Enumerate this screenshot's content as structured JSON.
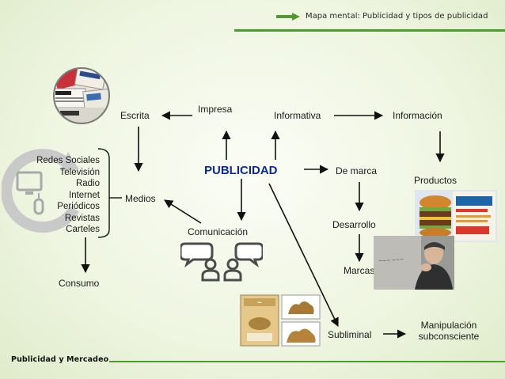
{
  "header": {
    "title": "Mapa mental: Publicidad y tipos de publicidad"
  },
  "footer": {
    "text": "Publicidad y Mercadeo"
  },
  "center": {
    "label": "PUBLICIDAD"
  },
  "nodes": {
    "impresa": "Impresa",
    "escrita": "Escrita",
    "informativa": "Informativa",
    "informacion": "Información",
    "medios": "Medios",
    "de_marca": "De marca",
    "productos": "Productos",
    "comunicacion": "Comunicación",
    "desarrollo": "Desarrollo",
    "marcas": "Marcas",
    "consumo": "Consumo",
    "subliminal": "Subliminal",
    "manipulacion_line1": "Manipulación",
    "manipulacion_line2": "subconsciente"
  },
  "media_list": [
    "Redes Sociales",
    "Televisión",
    "Radio",
    "Internet",
    "Periódicos",
    "Revistas",
    "Carteles"
  ],
  "images": {
    "newspapers": "newspapers-photo",
    "media_devices": "media-devices-icon",
    "chat_people": "chat-people-icon",
    "burger_ad": "burger-ad-photo",
    "man_thinking": "man-thinking-photo",
    "camel_packs": "camel-packs-photo"
  },
  "colors": {
    "accent": "#4f9a2f",
    "center_text": "#0b2a8c"
  }
}
